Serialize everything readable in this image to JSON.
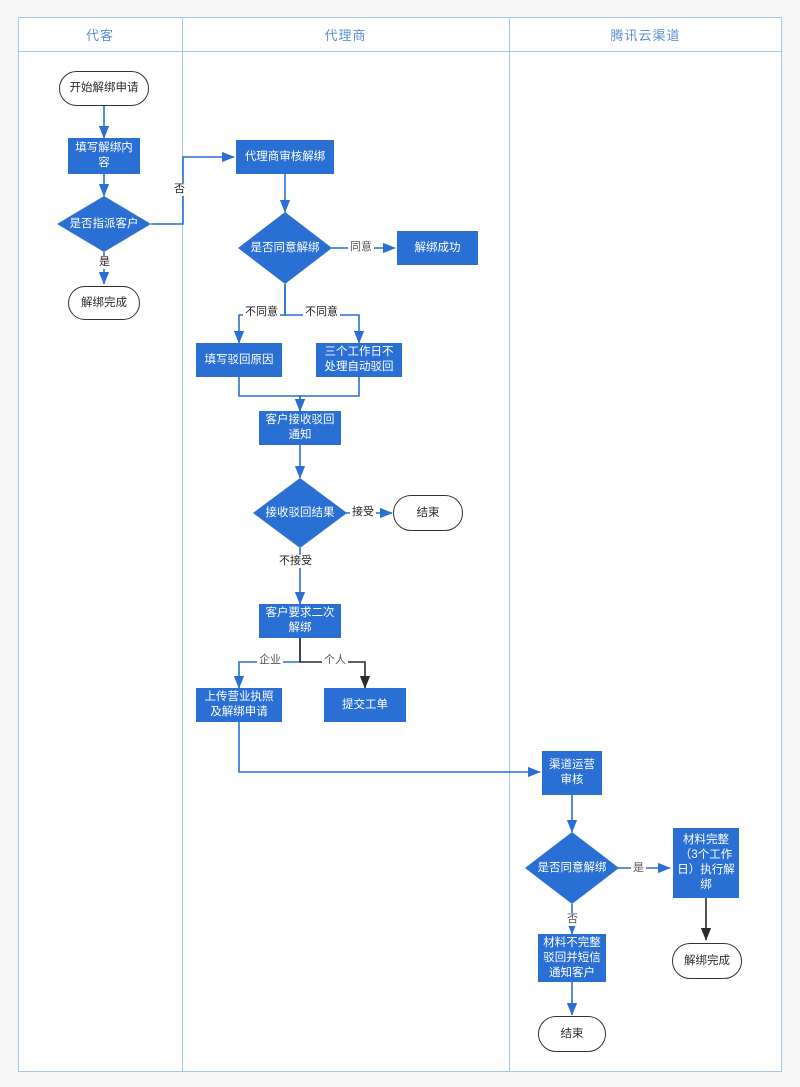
{
  "diagram": {
    "type": "swimlane-flowchart",
    "title_visible": false,
    "colors": {
      "process_fill": "#2a6fd4",
      "process_text": "#ffffff",
      "terminal_border": "#333333",
      "terminal_fill": "#ffffff",
      "lane_border": "#a8c6ea",
      "lane_header_text": "#5b8fd4",
      "connector_blue": "#2a6fd4",
      "connector_dark": "#2b2b2b",
      "page_background": "#f7f7f7"
    }
  },
  "lanes": [
    {
      "id": "lane-customer",
      "label": "代客"
    },
    {
      "id": "lane-agent",
      "label": "代理商"
    },
    {
      "id": "lane-tencent",
      "label": "腾讯云渠道"
    }
  ],
  "nodes": {
    "start_apply": {
      "label": "开始解绑申请",
      "shape": "terminal"
    },
    "fill_content": {
      "label": "填写解绑内容",
      "shape": "process"
    },
    "assign_customer": {
      "label": "是否指派客户",
      "shape": "decision"
    },
    "unbind_done_left": {
      "label": "解绑完成",
      "shape": "terminal"
    },
    "agent_review": {
      "label": "代理商审核解绑",
      "shape": "process"
    },
    "agree_unbind": {
      "label": "是否同意解绑",
      "shape": "decision"
    },
    "unbind_success": {
      "label": "解绑成功",
      "shape": "process"
    },
    "fill_reject_reason": {
      "label": "填写驳回原因",
      "shape": "process"
    },
    "auto_reject_3days": {
      "label": "三个工作日不处理自动驳回",
      "shape": "process"
    },
    "customer_notice": {
      "label": "客户接收驳回通知",
      "shape": "process"
    },
    "accept_result": {
      "label": "接收驳回结果",
      "shape": "decision"
    },
    "end_middle": {
      "label": "结束",
      "shape": "terminal"
    },
    "second_unbind": {
      "label": "客户要求二次解绑",
      "shape": "process"
    },
    "upload_license": {
      "label": "上传营业执照及解绑申请",
      "shape": "process"
    },
    "submit_ticket": {
      "label": "提交工单",
      "shape": "process"
    },
    "channel_review": {
      "label": "渠道运营审核",
      "shape": "process"
    },
    "agree_unbind_2": {
      "label": "是否同意解绑",
      "shape": "decision"
    },
    "material_complete": {
      "label": "材料完整（3个工作日）执行解绑",
      "shape": "process"
    },
    "unbind_done_right": {
      "label": "解绑完成",
      "shape": "terminal"
    },
    "material_incomplete": {
      "label": "材料不完整驳回并短信通知客户",
      "shape": "process"
    },
    "end_right": {
      "label": "结束",
      "shape": "terminal"
    }
  },
  "edge_labels": {
    "no_assign": "否",
    "yes_assign": "是",
    "agree": "同意",
    "disagree_left": "不同意",
    "disagree_right": "不同意",
    "accept": "接受",
    "not_accept": "不接受",
    "enterprise": "企业",
    "individual": "个人",
    "yes_right": "是",
    "no_right": "否"
  }
}
